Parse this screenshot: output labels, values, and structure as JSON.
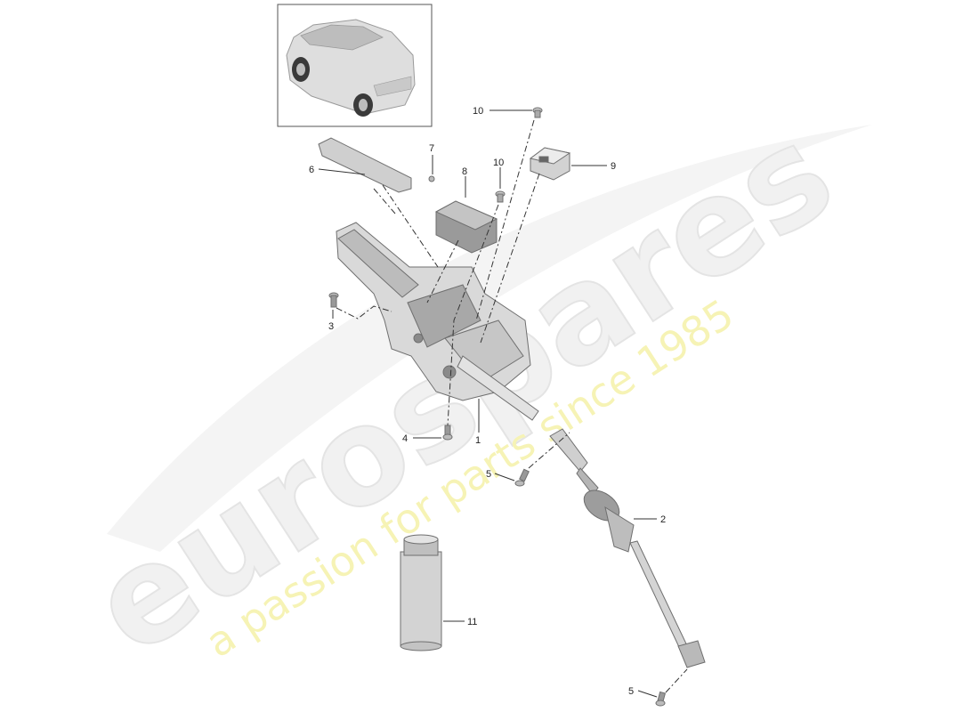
{
  "watermark": {
    "brand": "eurospares",
    "tagline": "a passion for parts since 1985"
  },
  "thumbnail": {
    "icon": "vehicle-suv-icon"
  },
  "callouts": {
    "c1": "1",
    "c2": "2",
    "c3": "3",
    "c4": "4",
    "c5a": "5",
    "c5b": "5",
    "c6": "6",
    "c7": "7",
    "c8": "8",
    "c9": "9",
    "c10a": "10",
    "c10b": "10",
    "c11": "11"
  },
  "colors": {
    "line": "#333333",
    "part_light": "#d6d6d6",
    "part_dark": "#8a8a8a"
  }
}
